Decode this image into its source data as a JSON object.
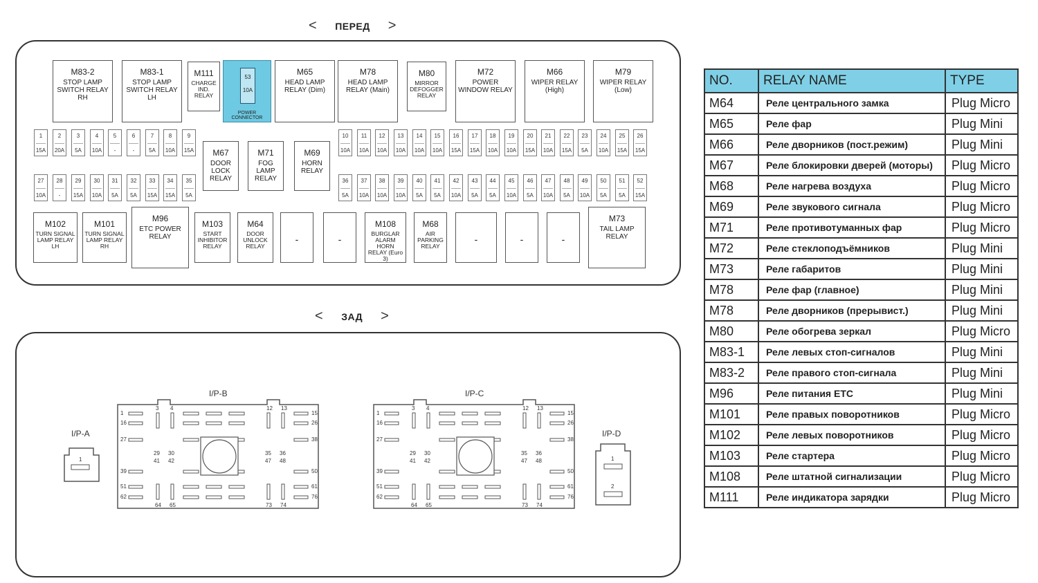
{
  "front": {
    "prev": "<",
    "title": "ПЕРЕД",
    "next": ">"
  },
  "back": {
    "prev": "<",
    "title": "ЗАД",
    "next": ">"
  },
  "relays": [
    {
      "id": "M83-2",
      "name": "STOP LAMP SWITCH RELAY RH"
    },
    {
      "id": "M83-1",
      "name": "STOP LAMP SWITCH RELAY LH"
    },
    {
      "id": "M111",
      "name": "CHARGE IND. RELAY"
    },
    {
      "id": "M65",
      "name": "HEAD LAMP RELAY (Dim)"
    },
    {
      "id": "M78",
      "name": "HEAD LAMP RELAY (Main)"
    },
    {
      "id": "M80",
      "name": "MIRROR DEFOGGER RELAY"
    },
    {
      "id": "M72",
      "name": "POWER WINDOW RELAY"
    },
    {
      "id": "M66",
      "name": "WIPER RELAY (High)"
    },
    {
      "id": "M79",
      "name": "WIPER RELAY (Low)"
    },
    {
      "id": "M67",
      "name": "DOOR LOCK RELAY"
    },
    {
      "id": "M71",
      "name": "FOG LAMP RELAY"
    },
    {
      "id": "M69",
      "name": "HORN RELAY"
    },
    {
      "id": "M102",
      "name": "TURN SIGNAL LAMP RELAY LH"
    },
    {
      "id": "M101",
      "name": "TURN SIGNAL LAMP RELAY RH"
    },
    {
      "id": "M96",
      "name": "ETC POWER RELAY"
    },
    {
      "id": "M103",
      "name": "START INHIBITOR RELAY"
    },
    {
      "id": "M64",
      "name": "DOOR UNLOCK RELAY"
    },
    {
      "id": "-",
      "name": ""
    },
    {
      "id": "-",
      "name": ""
    },
    {
      "id": "M108",
      "name": "BURGLAR ALARM HORN RELAY (Euro 3)"
    },
    {
      "id": "M68",
      "name": "AIR PARKING RELAY"
    },
    {
      "id": "-",
      "name": ""
    },
    {
      "id": "-",
      "name": ""
    },
    {
      "id": "-",
      "name": ""
    },
    {
      "id": "M73",
      "name": "TAIL LAMP RELAY"
    }
  ],
  "power_connector": {
    "num": "53",
    "amp": "10A",
    "label": "POWER CONNECTOR"
  },
  "fuses_row1": [
    {
      "n": "1",
      "a": "15A"
    },
    {
      "n": "2",
      "a": "20A"
    },
    {
      "n": "3",
      "a": "5A"
    },
    {
      "n": "4",
      "a": "10A"
    },
    {
      "n": "5",
      "a": "-"
    },
    {
      "n": "6",
      "a": "-"
    },
    {
      "n": "7",
      "a": "5A"
    },
    {
      "n": "8",
      "a": "10A"
    },
    {
      "n": "9",
      "a": "15A"
    },
    {
      "n": "10",
      "a": "10A"
    },
    {
      "n": "11",
      "a": "10A"
    },
    {
      "n": "12",
      "a": "10A"
    },
    {
      "n": "13",
      "a": "10A"
    },
    {
      "n": "14",
      "a": "10A"
    },
    {
      "n": "15",
      "a": "10A"
    },
    {
      "n": "16",
      "a": "15A"
    },
    {
      "n": "17",
      "a": "15A"
    },
    {
      "n": "18",
      "a": "10A"
    },
    {
      "n": "19",
      "a": "10A"
    },
    {
      "n": "20",
      "a": "15A"
    },
    {
      "n": "21",
      "a": "10A"
    },
    {
      "n": "22",
      "a": "15A"
    },
    {
      "n": "23",
      "a": "5A"
    },
    {
      "n": "24",
      "a": "10A"
    },
    {
      "n": "25",
      "a": "15A"
    },
    {
      "n": "26",
      "a": "15A"
    }
  ],
  "fuses_row2": [
    {
      "n": "27",
      "a": "10A"
    },
    {
      "n": "28",
      "a": "-"
    },
    {
      "n": "29",
      "a": "15A"
    },
    {
      "n": "30",
      "a": "10A"
    },
    {
      "n": "31",
      "a": "5A"
    },
    {
      "n": "32",
      "a": "5A"
    },
    {
      "n": "33",
      "a": "15A"
    },
    {
      "n": "34",
      "a": "15A"
    },
    {
      "n": "35",
      "a": "5A"
    },
    {
      "n": "36",
      "a": "5A"
    },
    {
      "n": "37",
      "a": "10A"
    },
    {
      "n": "38",
      "a": "10A"
    },
    {
      "n": "39",
      "a": "10A"
    },
    {
      "n": "40",
      "a": "5A"
    },
    {
      "n": "41",
      "a": "5A"
    },
    {
      "n": "42",
      "a": "10A"
    },
    {
      "n": "43",
      "a": "5A"
    },
    {
      "n": "44",
      "a": "5A"
    },
    {
      "n": "45",
      "a": "10A"
    },
    {
      "n": "46",
      "a": "5A"
    },
    {
      "n": "47",
      "a": "10A"
    },
    {
      "n": "48",
      "a": "5A"
    },
    {
      "n": "49",
      "a": "10A"
    },
    {
      "n": "50",
      "a": "5A"
    },
    {
      "n": "51",
      "a": "5A"
    },
    {
      "n": "52",
      "a": "15A"
    }
  ],
  "connectors": {
    "ipa": {
      "label": "I/P-A",
      "pin": "1"
    },
    "ipb": {
      "label": "I/P-B"
    },
    "ipc": {
      "label": "I/P-C"
    },
    "ipd": {
      "label": "I/P-D",
      "pin1": "1",
      "pin2": "2"
    },
    "pins_left": [
      "1",
      "16",
      "27",
      "39",
      "51",
      "62"
    ],
    "pins_right": [
      "15",
      "26",
      "38",
      "50",
      "61",
      "76"
    ],
    "pins_top": [
      "3",
      "4",
      "12",
      "13"
    ],
    "pins_mid_left": [
      "29",
      "41",
      "30",
      "42"
    ],
    "pins_mid_right": [
      "35",
      "47",
      "36",
      "48"
    ],
    "pins_bottom": [
      "64",
      "65",
      "73",
      "74"
    ]
  },
  "table": {
    "headers": [
      "NO.",
      "RELAY NAME",
      "TYPE"
    ],
    "rows": [
      {
        "no": "M64",
        "name": "Реле центрального замка",
        "type": "Plug Micro"
      },
      {
        "no": "M65",
        "name": "Реле фар",
        "type": "Plug Mini"
      },
      {
        "no": "M66",
        "name": "Реле дворников (пост.режим)",
        "type": "Plug Mini"
      },
      {
        "no": "M67",
        "name": "Реле блокировки дверей (моторы)",
        "type": "Plug Micro"
      },
      {
        "no": "M68",
        "name": "Реле нагрева воздуха",
        "type": "Plug Micro"
      },
      {
        "no": "M69",
        "name": "Реле звукового сигнала",
        "type": "Plug Micro"
      },
      {
        "no": "M71",
        "name": "Реле противотуманных фар",
        "type": "Plug Micro"
      },
      {
        "no": "M72",
        "name": "Реле стеклоподъёмников",
        "type": "Plug Mini"
      },
      {
        "no": "M73",
        "name": "Реле габаритов",
        "type": "Plug Mini"
      },
      {
        "no": "M78",
        "name": "Реле фар (главное)",
        "type": "Plug Mini"
      },
      {
        "no": "M78",
        "name": "Реле дворников (прерывист.)",
        "type": "Plug Mini"
      },
      {
        "no": "M80",
        "name": "Реле обогрева зеркал",
        "type": "Plug Micro"
      },
      {
        "no": "M83-1",
        "name": "Реле левых стоп-сигналов",
        "type": "Plug Mini"
      },
      {
        "no": "M83-2",
        "name": "Реле правого стоп-сигнала",
        "type": "Plug Mini"
      },
      {
        "no": "M96",
        "name": "Реле питания ETC",
        "type": "Plug Mini"
      },
      {
        "no": "M101",
        "name": "Реле правых поворотников",
        "type": "Plug Micro"
      },
      {
        "no": "M102",
        "name": "Реле левых поворотников",
        "type": "Plug Micro"
      },
      {
        "no": "M103",
        "name": "Реле стартера",
        "type": "Plug Micro"
      },
      {
        "no": "M108",
        "name": "Реле штатной сигнализации",
        "type": "Plug Micro"
      },
      {
        "no": "M111",
        "name": "Реле индикатора зарядки",
        "type": "Plug Micro"
      }
    ]
  }
}
